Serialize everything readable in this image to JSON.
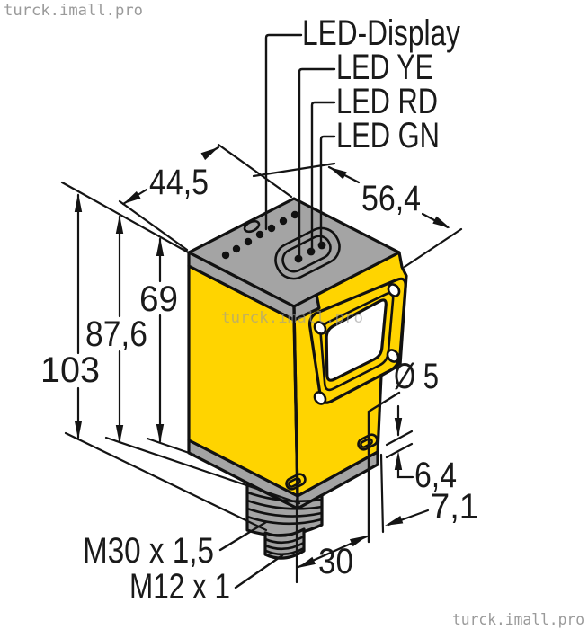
{
  "colors": {
    "housing_yellow": "#FFD400",
    "cap_gray": "#A4A4A4",
    "window_white": "#FFFFFF"
  },
  "watermarks": {
    "top_left": "turck.imall.pro",
    "center": "turck.imall.pro",
    "bottom_right": "turck.imall.pro"
  },
  "callouts": {
    "led_display": "LED-Display",
    "led_yellow": "LED YE",
    "led_red": "LED RD",
    "led_green": "LED GN",
    "thread_body": "M30 x 1,5",
    "thread_connector": "M12 x 1"
  },
  "dimensions": {
    "depth_top": "44,5",
    "width_front": "56,4",
    "body_height": "69",
    "mid_height": "87,6",
    "overall_height": "103",
    "mount_hole_diameter": "Ø 5",
    "chamfer_height": "6,4",
    "hole_edge_offset": "7,1",
    "thread_width": "30"
  }
}
